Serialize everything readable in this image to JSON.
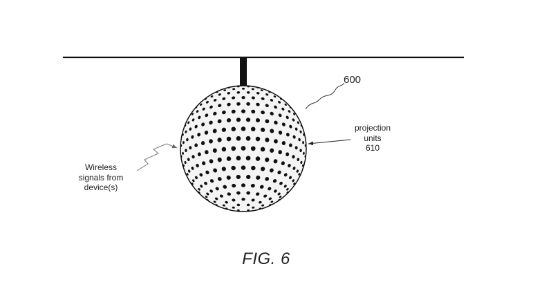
{
  "figure": {
    "caption": "FIG. 6",
    "reference_numeral": "600",
    "labels": {
      "projection_units": [
        "projection",
        "units",
        "610"
      ],
      "wireless_signals": [
        "Wireless",
        "signals from",
        "device(s)"
      ]
    }
  },
  "colors": {
    "ink": "#111111",
    "text": "#222222",
    "background": "#ffffff",
    "dot_gap": "#f4f4f4"
  }
}
